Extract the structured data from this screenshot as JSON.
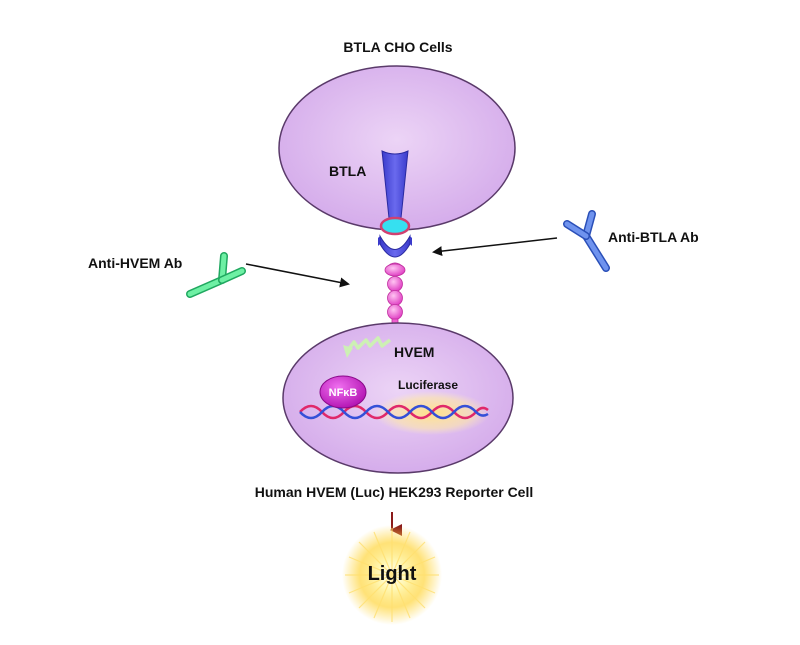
{
  "labels": {
    "top_cell": "BTLA CHO Cells",
    "btla": "BTLA",
    "anti_btla": "Anti-BTLA Ab",
    "anti_hvem": "Anti-HVEM Ab",
    "hvem": "HVEM",
    "nfkb": "NFκB",
    "luciferase": "Luciferase",
    "bottom_cell": "Human HVEM (Luc) HEK293 Reporter Cell",
    "light": "Light"
  },
  "colors": {
    "cell_fill": "#dcb6ee",
    "cell_stroke": "#5a3a6a",
    "btla_blue": "#4f4fd6",
    "hvem_pink": "#ee5fd0",
    "anti_btla_blue": "#5b7fe0",
    "anti_hvem_green": "#52e08a",
    "nfkb_magenta": "#cc22cc",
    "dna_red": "#e0286a",
    "dna_blue": "#3550d8",
    "arrow_red": "#8b1a1a",
    "light_glow": "#ffd84a"
  }
}
